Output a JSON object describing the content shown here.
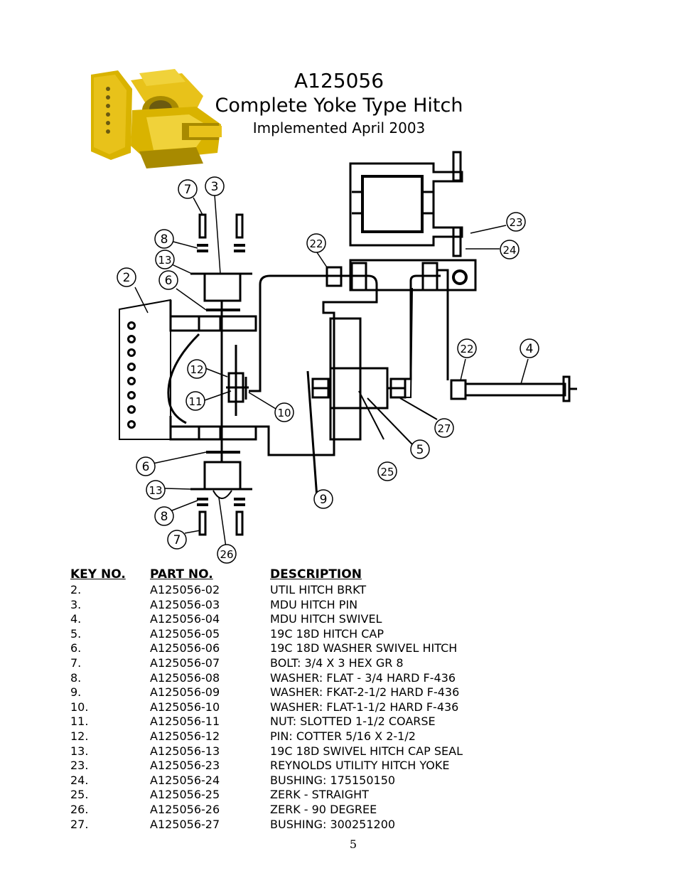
{
  "header": {
    "part_number": "A125056",
    "title": "Complete Yoke Type Hitch",
    "subtitle": "Implemented April 2003"
  },
  "colors": {
    "photo_yellow": "#e8c21a",
    "photo_shadow": "#a88a00",
    "line": "#000000"
  },
  "callouts": [
    "2",
    "3",
    "4",
    "5",
    "6",
    "6",
    "7",
    "7",
    "8",
    "8",
    "9",
    "10",
    "11",
    "12",
    "13",
    "13",
    "22",
    "22",
    "23",
    "24",
    "25",
    "26",
    "27"
  ],
  "table": {
    "headers": {
      "key": "KEY NO.",
      "part": "PART NO.",
      "desc": "DESCRIPTION"
    },
    "rows": [
      {
        "key": "2.",
        "part": "A125056-02",
        "desc": "UTIL HITCH BRKT"
      },
      {
        "key": "3.",
        "part": "A125056-03",
        "desc": "MDU HITCH PIN"
      },
      {
        "key": "4.",
        "part": "A125056-04",
        "desc": "MDU HITCH SWIVEL"
      },
      {
        "key": "5.",
        "part": "A125056-05",
        "desc": "19C 18D HITCH CAP"
      },
      {
        "key": "6.",
        "part": "A125056-06",
        "desc": "19C 18D WASHER SWIVEL HITCH"
      },
      {
        "key": "7.",
        "part": "A125056-07",
        "desc": "BOLT:  3/4 X 3 HEX GR 8"
      },
      {
        "key": "8.",
        "part": "A125056-08",
        "desc": "WASHER: FLAT - 3/4 HARD F-436"
      },
      {
        "key": "9.",
        "part": "A125056-09",
        "desc": "WASHER: FKAT-2-1/2 HARD F-436"
      },
      {
        "key": "10.",
        "part": "A125056-10",
        "desc": "WASHER: FLAT-1-1/2 HARD F-436"
      },
      {
        "key": "11.",
        "part": "A125056-11",
        "desc": "NUT: SLOTTED 1-1/2 COARSE"
      },
      {
        "key": "12.",
        "part": "A125056-12",
        "desc": "PIN: COTTER 5/16 X 2-1/2"
      },
      {
        "key": "13.",
        "part": "A125056-13",
        "desc": "19C 18D SWIVEL HITCH CAP SEAL"
      },
      {
        "key": "23.",
        "part": "A125056-23",
        "desc": "REYNOLDS UTILITY HITCH YOKE"
      },
      {
        "key": "24.",
        "part": "A125056-24",
        "desc": "BUSHING: 175150150"
      },
      {
        "key": "25.",
        "part": "A125056-25",
        "desc": "ZERK - STRAIGHT"
      },
      {
        "key": "26.",
        "part": "A125056-26",
        "desc": "ZERK - 90 DEGREE"
      },
      {
        "key": "27.",
        "part": "A125056-27",
        "desc": "BUSHING: 300251200"
      }
    ]
  },
  "page_number": "5"
}
